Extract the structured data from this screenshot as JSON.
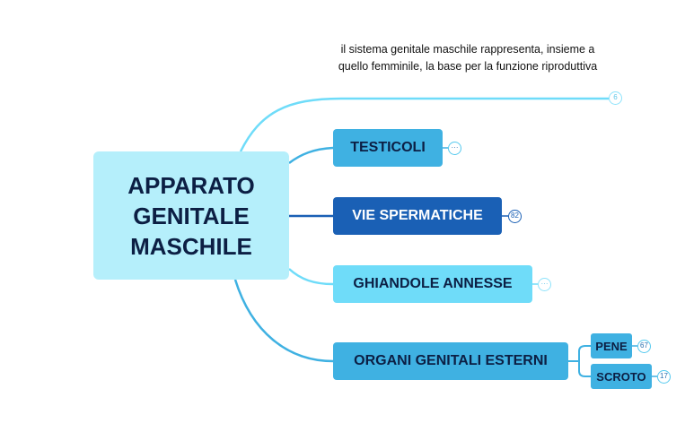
{
  "central": {
    "line1": "APPARATO",
    "line2": "GENITALE",
    "line3": "MASCHILE"
  },
  "note": {
    "text": "il sistema genitale maschile rappresenta, insieme a quello femminile, la base per la funzione riproduttiva",
    "badge": "6"
  },
  "branches": {
    "testicoli": {
      "label": "TESTICOLI",
      "badge": "···"
    },
    "vie": {
      "label": "VIE SPERMATICHE",
      "badge": "82"
    },
    "ghiandole": {
      "label": "GHIANDOLE ANNESSE",
      "badge": "···"
    },
    "organi": {
      "label": "ORGANI GENITALI ESTERNI",
      "children": {
        "pene": {
          "label": "PENE",
          "badge": "67"
        },
        "scroto": {
          "label": "SCROTO",
          "badge": "17"
        }
      }
    }
  },
  "colors": {
    "central_fill": "#b5effb",
    "testicoli_fill": "#3fb1e2",
    "vie_fill": "#1a60b5",
    "ghiandole_fill": "#6fdcf9",
    "organi_fill": "#3fb1e2",
    "text_dark": "#0c1f44"
  }
}
